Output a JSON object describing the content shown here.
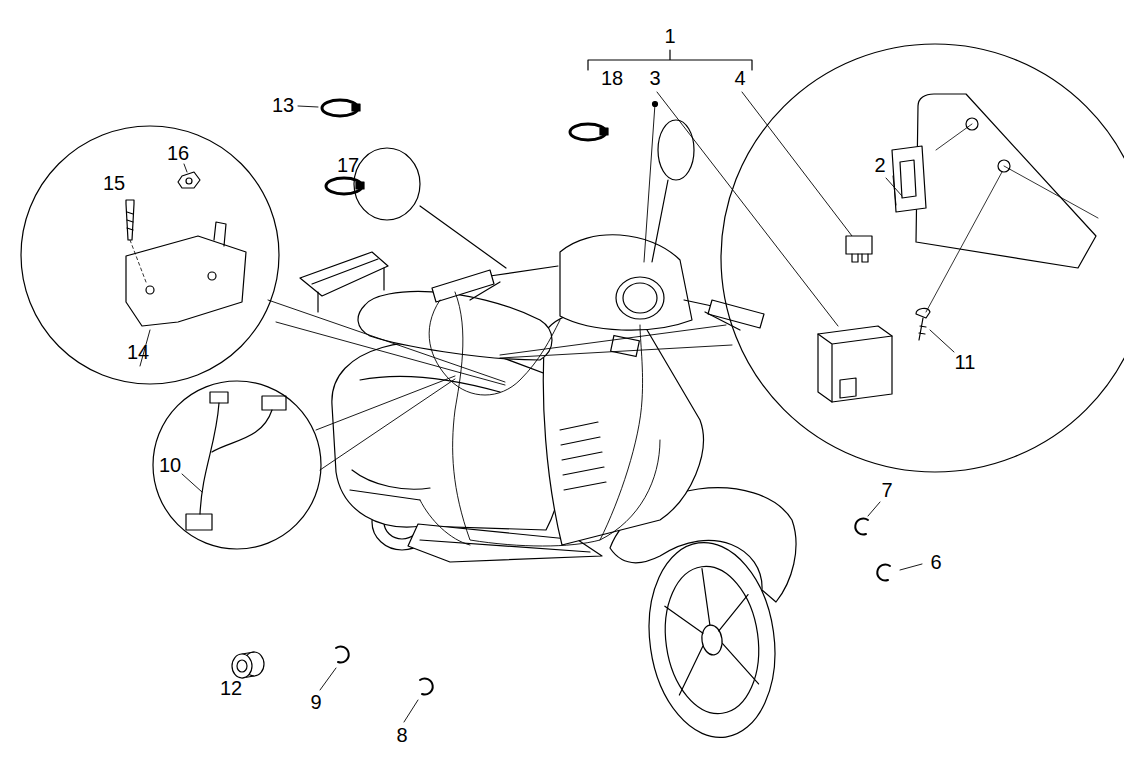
{
  "diagram": {
    "nodes": [
      {
        "text": [
          "15",
          "16",
          "14"
        ]
      },
      {
        "text": [
          "2",
          "11"
        ]
      },
      {
        "text": [
          "10"
        ]
      }
    ],
    "labels": [
      "1",
      "18",
      "3",
      "4",
      "13",
      "17",
      "7",
      "6",
      "12",
      "9",
      "8"
    ]
  }
}
